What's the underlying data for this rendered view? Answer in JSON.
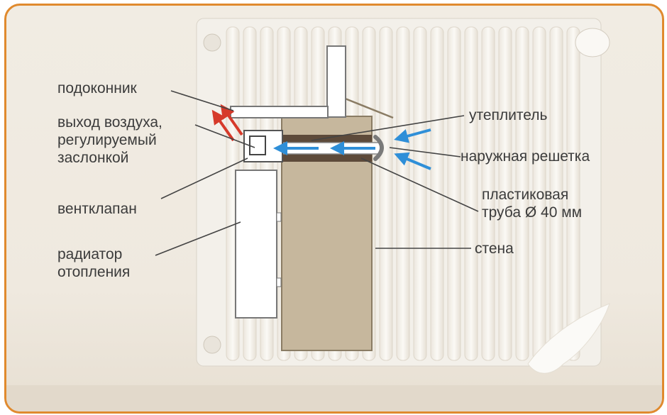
{
  "labels": {
    "windowsill": "подоконник",
    "air_outlet": "выход воздуха,\nрегулируемый\nзаслонкой",
    "vent_valve": "вентклапан",
    "radiator": "радиатор\nотопления",
    "insulation": "утеплитель",
    "outer_grille": "наружная решетка",
    "plastic_pipe": "пластиковая\nтруба Ø 40 мм",
    "wall": "стена"
  },
  "colors": {
    "frame": "#e08a2e",
    "wall": "#c6b79d",
    "insulation": "#5d4a3a",
    "warm_arrow": "#d63a2a",
    "cold_arrow": "#2f8fd8",
    "leader_line": "#444444"
  },
  "icons": {
    "warm_air": "red-arrow-icon",
    "cold_air": "blue-arrow-icon"
  }
}
